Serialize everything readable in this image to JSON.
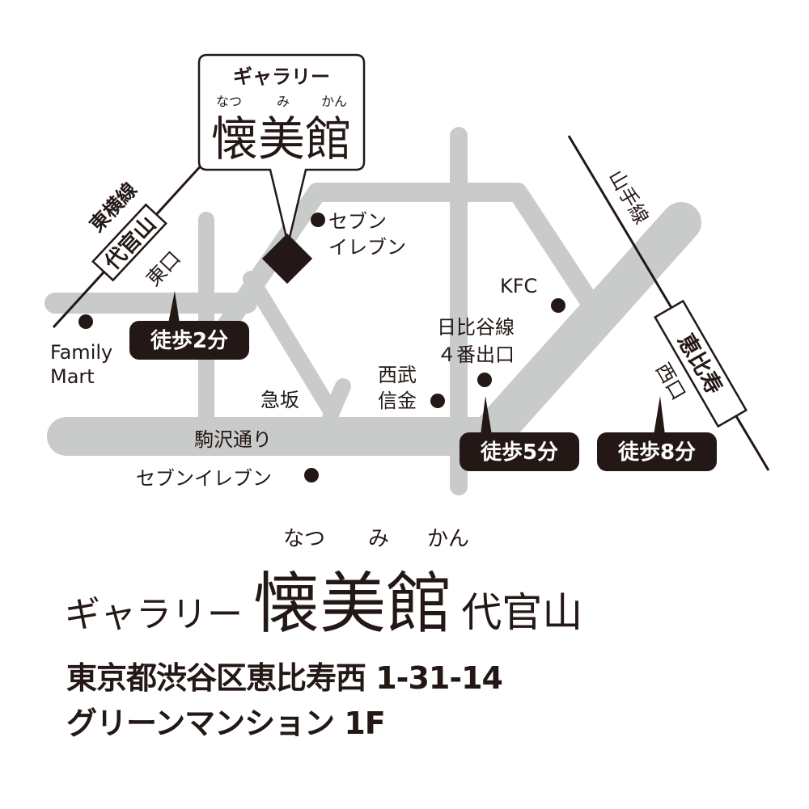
{
  "callout": {
    "label": "ギャラリー",
    "ruby": [
      "なつ",
      "み",
      "かん"
    ],
    "name": "懐美館"
  },
  "lines": {
    "toyoko": "東横線",
    "yamanote": "山手線"
  },
  "stations": {
    "daikanyama": {
      "name": "代官山",
      "exit": "東口"
    },
    "ebisu": {
      "name": "恵比寿",
      "exit": "西口"
    }
  },
  "walk_badges": [
    "徒歩2分",
    "徒歩5分",
    "徒歩8分"
  ],
  "landmarks": {
    "family_mart": [
      "Family",
      "Mart"
    ],
    "seven_eleven_top": [
      "セブン",
      "イレブン"
    ],
    "kfc": "KFC",
    "hibiya": [
      "日比谷線",
      "４番出口"
    ],
    "seibu": [
      "西武",
      "信金"
    ],
    "kyuzaka": "急坂",
    "komazawa": "駒沢通り",
    "seven_eleven_bottom": "セブンイレブン"
  },
  "footer": {
    "ruby": [
      "なつ",
      "み",
      "かん"
    ],
    "prefix": "ギャラリー",
    "name": "懐美館",
    "suffix": "代官山",
    "address_line1": "東京都渋谷区恵比寿西 1-31-14",
    "address_line2": "グリーンマンション 1F"
  },
  "colors": {
    "road": "#c9caca",
    "ink": "#231815"
  }
}
